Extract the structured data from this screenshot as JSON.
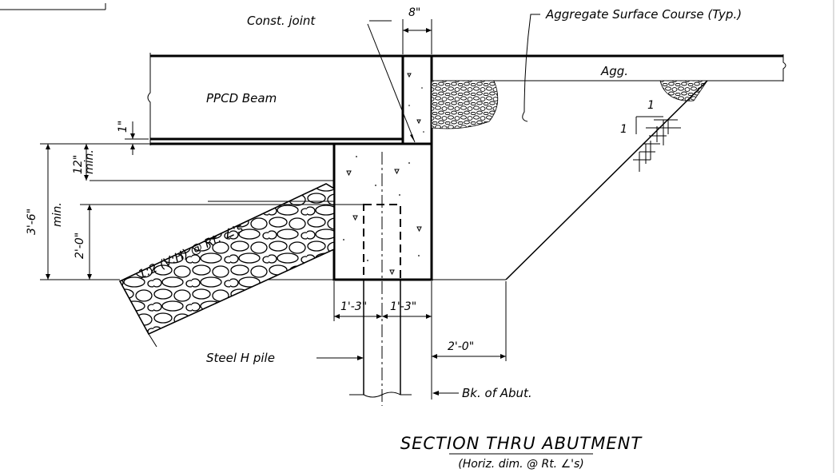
{
  "title": "SECTION THRU ABUTMENT",
  "subtitle": "(Horiz. dim. @ Rt. ∠'s)",
  "labels": {
    "const_joint": "Const. joint",
    "aggregate_surface": "Aggregate Surface Course (Typ.)",
    "agg": "Agg.",
    "beam": "PPCD Beam",
    "slope": "1:2 (V:H) @ Rt. ∠'s",
    "steel_pile": "Steel H pile",
    "bk_abut": "Bk. of Abut."
  },
  "dimensions": {
    "joint_width": "8\"",
    "gap": "1\"",
    "min_12": "12\"",
    "min_12_note": "min.",
    "min_36": "3'-6\"",
    "min_36_note": "min.",
    "depth_20": "2'-0\"",
    "half_left": "1'-3\"",
    "half_right": "1'-3\"",
    "offset_20": "2'-0\""
  },
  "slope_symbol": {
    "rise": "1",
    "run": "1"
  }
}
